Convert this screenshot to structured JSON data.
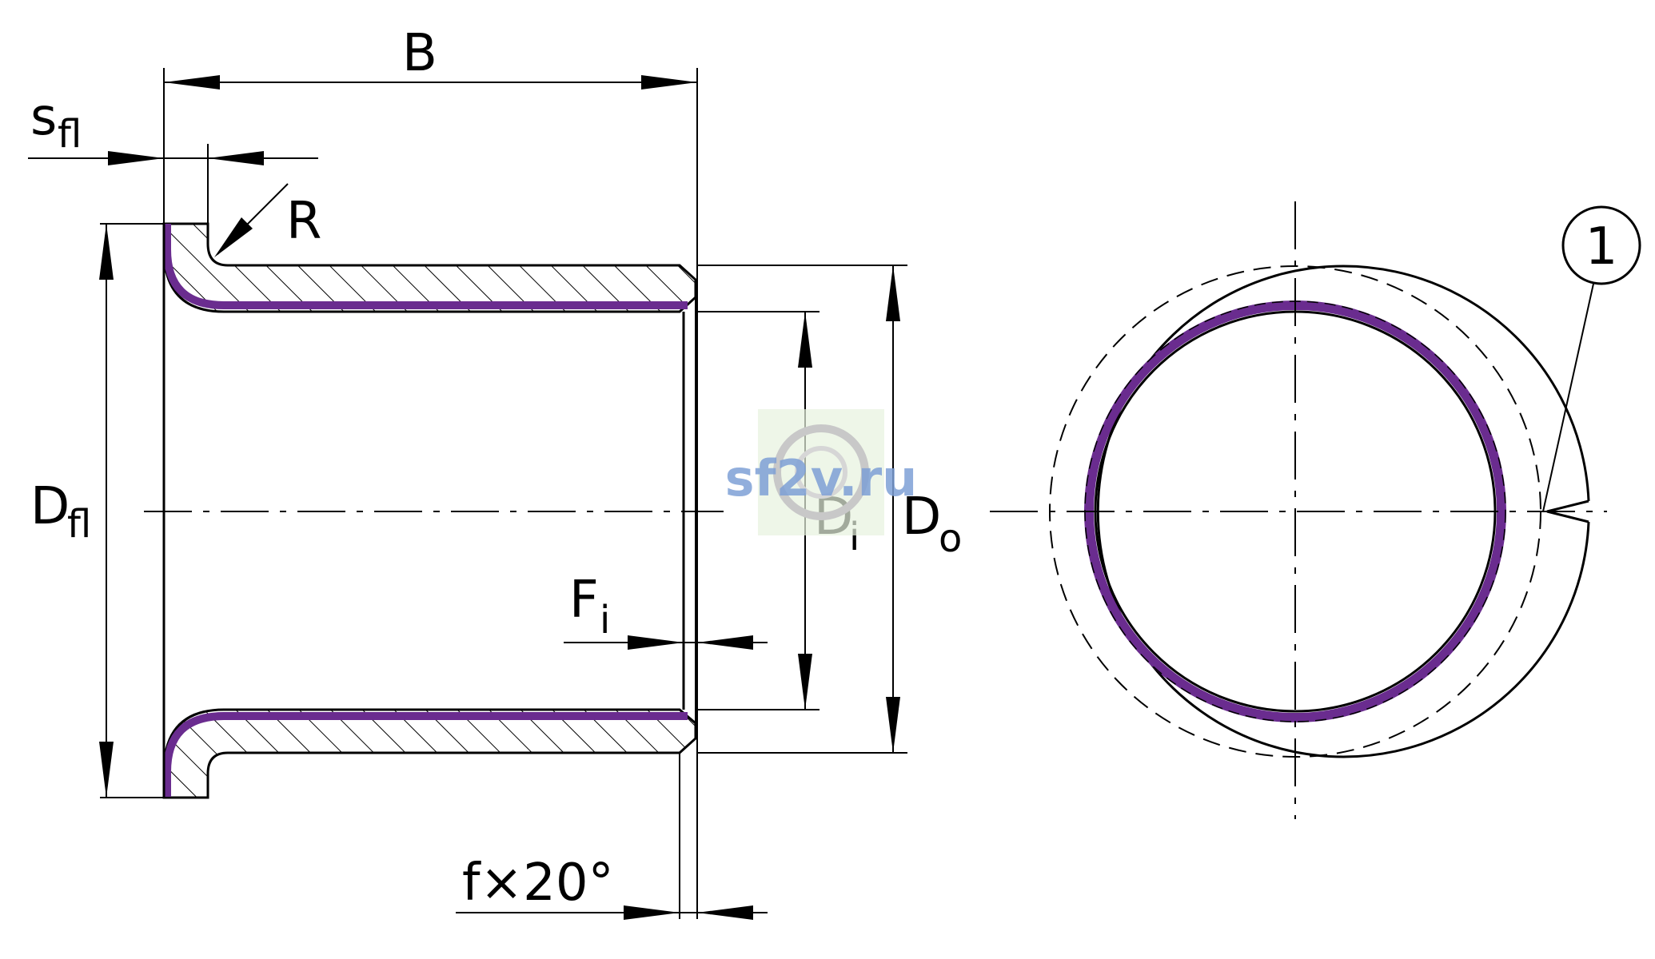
{
  "labels": {
    "b": "B",
    "sfl_main": "s",
    "sfl_sub": "fl",
    "r": "R",
    "dfl_main": "D",
    "dfl_sub": "fl",
    "di_main": "D",
    "di_sub": "i",
    "do_main": "D",
    "do_sub": "o",
    "fi_main": "F",
    "fi_sub": "i",
    "chamfer": "f×20°",
    "callout": "1"
  },
  "watermark": "sf2v.ru",
  "colors": {
    "sliding_layer": "#6a2c8f",
    "line": "#000000",
    "watermark": "#7ea0d6"
  }
}
